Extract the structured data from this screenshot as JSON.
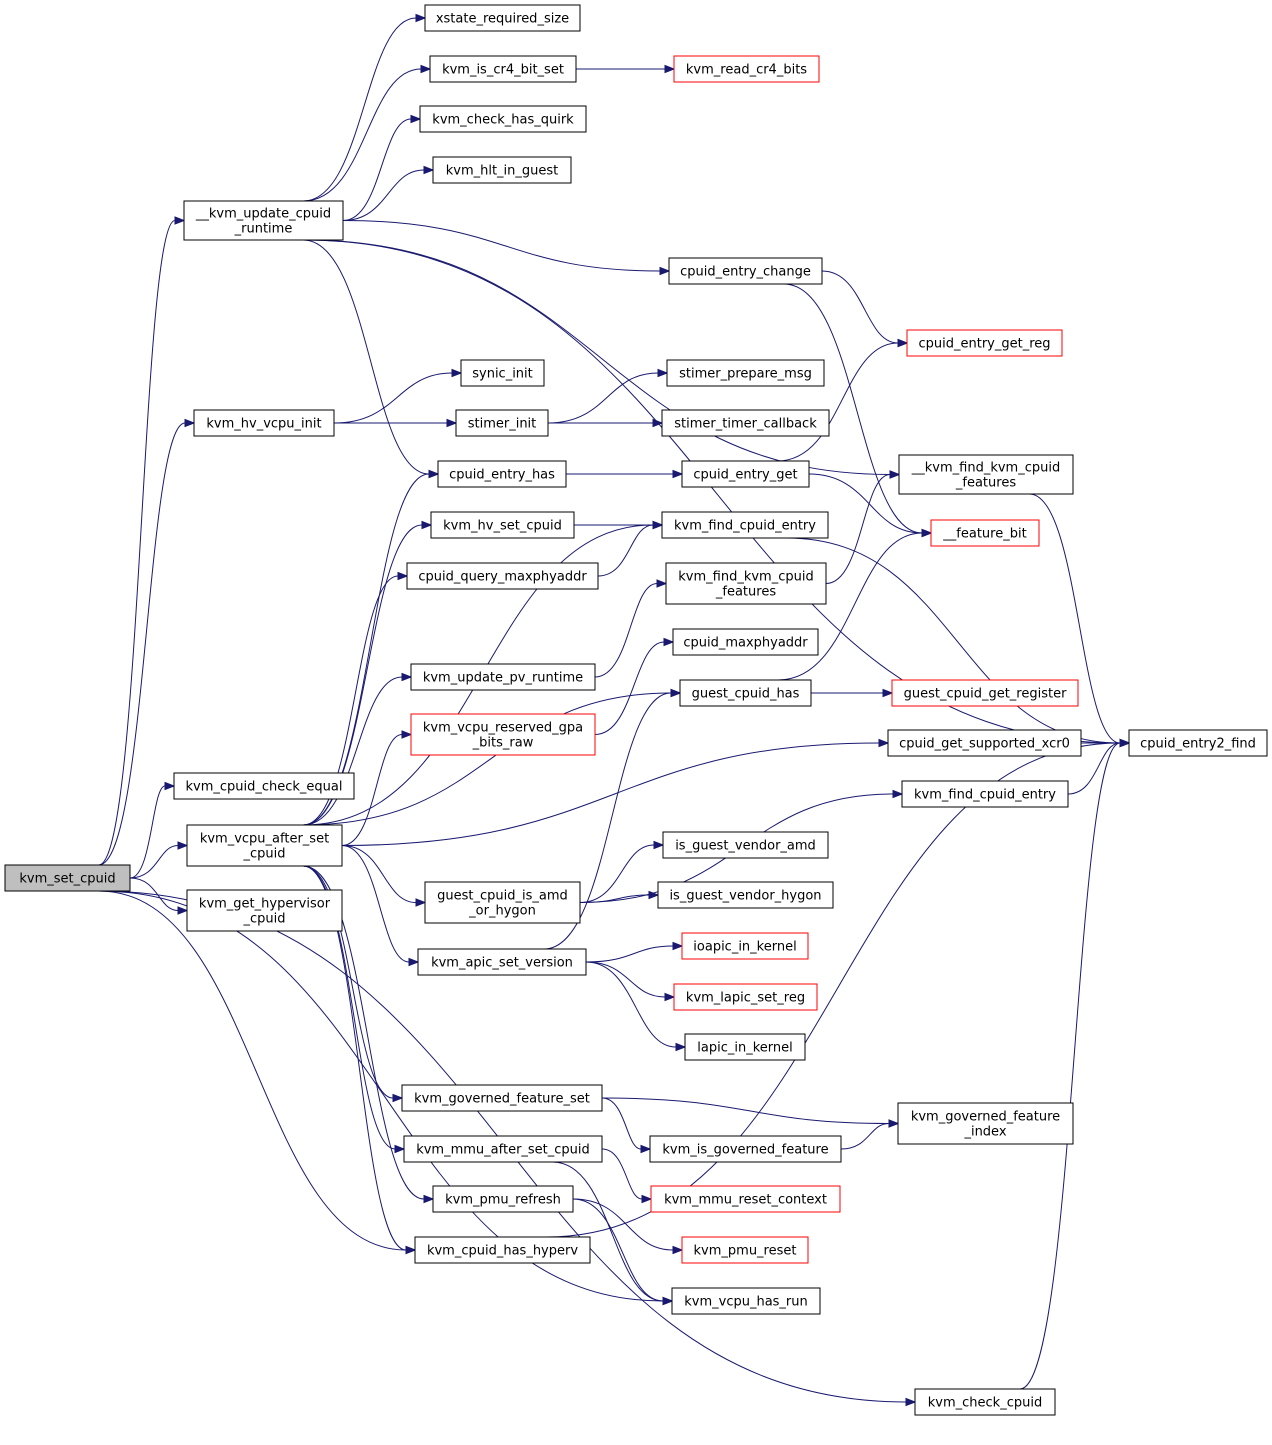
{
  "graph": {
    "type": "call-graph",
    "root": "kvm_set_cpuid",
    "colors": {
      "edge": "#191970",
      "node_border": "#000000",
      "truncated_border": "#ff0000",
      "root_fill": "#bfbfbf"
    },
    "nodes": [
      {
        "id": "kvm_set_cpuid",
        "lines": [
          "kvm_set_cpuid"
        ],
        "style": "root"
      },
      {
        "id": "update_runtime",
        "lines": [
          "__kvm_update_cpuid",
          "_runtime"
        ],
        "style": "normal"
      },
      {
        "id": "hv_vcpu_init",
        "lines": [
          "kvm_hv_vcpu_init"
        ],
        "style": "normal"
      },
      {
        "id": "check_equal",
        "lines": [
          "kvm_cpuid_check_equal"
        ],
        "style": "normal"
      },
      {
        "id": "after_set",
        "lines": [
          "kvm_vcpu_after_set",
          "_cpuid"
        ],
        "style": "normal"
      },
      {
        "id": "get_hypervisor",
        "lines": [
          "kvm_get_hypervisor",
          "_cpuid"
        ],
        "style": "normal"
      },
      {
        "id": "xstate",
        "lines": [
          "xstate_required_size"
        ],
        "style": "normal"
      },
      {
        "id": "cr4_bit_set",
        "lines": [
          "kvm_is_cr4_bit_set"
        ],
        "style": "normal"
      },
      {
        "id": "has_quirk",
        "lines": [
          "kvm_check_has_quirk"
        ],
        "style": "normal"
      },
      {
        "id": "hlt_in_guest",
        "lines": [
          "kvm_hlt_in_guest"
        ],
        "style": "normal"
      },
      {
        "id": "synic_init",
        "lines": [
          "synic_init"
        ],
        "style": "normal"
      },
      {
        "id": "stimer_init",
        "lines": [
          "stimer_init"
        ],
        "style": "normal"
      },
      {
        "id": "entry_has",
        "lines": [
          "cpuid_entry_has"
        ],
        "style": "normal"
      },
      {
        "id": "hv_set_cpuid",
        "lines": [
          "kvm_hv_set_cpuid"
        ],
        "style": "normal"
      },
      {
        "id": "query_maxphy",
        "lines": [
          "cpuid_query_maxphyaddr"
        ],
        "style": "normal"
      },
      {
        "id": "pv_runtime",
        "lines": [
          "kvm_update_pv_runtime"
        ],
        "style": "normal"
      },
      {
        "id": "reserved_gpa",
        "lines": [
          "kvm_vcpu_reserved_gpa",
          "_bits_raw"
        ],
        "style": "red"
      },
      {
        "id": "is_amd_hygon",
        "lines": [
          "guest_cpuid_is_amd",
          "_or_hygon"
        ],
        "style": "normal"
      },
      {
        "id": "apic_set_version",
        "lines": [
          "kvm_apic_set_version"
        ],
        "style": "normal"
      },
      {
        "id": "gov_feature_set",
        "lines": [
          "kvm_governed_feature_set"
        ],
        "style": "normal"
      },
      {
        "id": "mmu_after_set",
        "lines": [
          "kvm_mmu_after_set_cpuid"
        ],
        "style": "normal"
      },
      {
        "id": "pmu_refresh",
        "lines": [
          "kvm_pmu_refresh"
        ],
        "style": "normal"
      },
      {
        "id": "has_hyperv",
        "lines": [
          "kvm_cpuid_has_hyperv"
        ],
        "style": "normal"
      },
      {
        "id": "read_cr4",
        "lines": [
          "kvm_read_cr4_bits"
        ],
        "style": "red"
      },
      {
        "id": "entry_change",
        "lines": [
          "cpuid_entry_change"
        ],
        "style": "normal"
      },
      {
        "id": "stimer_prepare",
        "lines": [
          "stimer_prepare_msg"
        ],
        "style": "normal"
      },
      {
        "id": "stimer_callback",
        "lines": [
          "stimer_timer_callback"
        ],
        "style": "normal"
      },
      {
        "id": "entry_get",
        "lines": [
          "cpuid_entry_get"
        ],
        "style": "normal"
      },
      {
        "id": "find_entry_a",
        "lines": [
          "kvm_find_cpuid_entry"
        ],
        "style": "normal"
      },
      {
        "id": "find_kvm_features",
        "lines": [
          "kvm_find_kvm_cpuid",
          "_features"
        ],
        "style": "normal"
      },
      {
        "id": "maxphyaddr",
        "lines": [
          "cpuid_maxphyaddr"
        ],
        "style": "normal"
      },
      {
        "id": "guest_has",
        "lines": [
          "guest_cpuid_has"
        ],
        "style": "normal"
      },
      {
        "id": "vendor_amd",
        "lines": [
          "is_guest_vendor_amd"
        ],
        "style": "normal"
      },
      {
        "id": "vendor_hygon",
        "lines": [
          "is_guest_vendor_hygon"
        ],
        "style": "normal"
      },
      {
        "id": "ioapic",
        "lines": [
          "ioapic_in_kernel"
        ],
        "style": "red"
      },
      {
        "id": "lapic_set_reg",
        "lines": [
          "kvm_lapic_set_reg"
        ],
        "style": "red"
      },
      {
        "id": "lapic_in_kernel",
        "lines": [
          "lapic_in_kernel"
        ],
        "style": "normal"
      },
      {
        "id": "is_governed",
        "lines": [
          "kvm_is_governed_feature"
        ],
        "style": "normal"
      },
      {
        "id": "mmu_reset",
        "lines": [
          "kvm_mmu_reset_context"
        ],
        "style": "red"
      },
      {
        "id": "pmu_reset",
        "lines": [
          "kvm_pmu_reset"
        ],
        "style": "red"
      },
      {
        "id": "has_run",
        "lines": [
          "kvm_vcpu_has_run"
        ],
        "style": "normal"
      },
      {
        "id": "entry_get_reg",
        "lines": [
          "cpuid_entry_get_reg"
        ],
        "style": "red"
      },
      {
        "id": "find_kvm_features2",
        "lines": [
          "__kvm_find_kvm_cpuid",
          "_features"
        ],
        "style": "normal"
      },
      {
        "id": "feature_bit",
        "lines": [
          "__feature_bit"
        ],
        "style": "red"
      },
      {
        "id": "get_register",
        "lines": [
          "guest_cpuid_get_register"
        ],
        "style": "red"
      },
      {
        "id": "supported_xcr0",
        "lines": [
          "cpuid_get_supported_xcr0"
        ],
        "style": "normal"
      },
      {
        "id": "find_entry_b",
        "lines": [
          "kvm_find_cpuid_entry"
        ],
        "style": "normal"
      },
      {
        "id": "gov_index",
        "lines": [
          "kvm_governed_feature",
          "_index"
        ],
        "style": "normal"
      },
      {
        "id": "check_cpuid",
        "lines": [
          "kvm_check_cpuid"
        ],
        "style": "normal"
      },
      {
        "id": "entry2_find",
        "lines": [
          "cpuid_entry2_find"
        ],
        "style": "normal"
      }
    ],
    "edges": [
      [
        "kvm_set_cpuid",
        "update_runtime"
      ],
      [
        "kvm_set_cpuid",
        "hv_vcpu_init"
      ],
      [
        "kvm_set_cpuid",
        "check_equal"
      ],
      [
        "kvm_set_cpuid",
        "after_set"
      ],
      [
        "kvm_set_cpuid",
        "get_hypervisor"
      ],
      [
        "kvm_set_cpuid",
        "has_hyperv"
      ],
      [
        "kvm_set_cpuid",
        "has_run"
      ],
      [
        "kvm_set_cpuid",
        "check_cpuid"
      ],
      [
        "update_runtime",
        "xstate"
      ],
      [
        "update_runtime",
        "cr4_bit_set"
      ],
      [
        "update_runtime",
        "has_quirk"
      ],
      [
        "update_runtime",
        "hlt_in_guest"
      ],
      [
        "update_runtime",
        "entry2_find"
      ],
      [
        "update_runtime",
        "entry_change"
      ],
      [
        "update_runtime",
        "find_kvm_features2"
      ],
      [
        "update_runtime",
        "entry_has"
      ],
      [
        "cr4_bit_set",
        "read_cr4"
      ],
      [
        "entry_change",
        "entry_get_reg"
      ],
      [
        "entry_change",
        "feature_bit"
      ],
      [
        "hv_vcpu_init",
        "synic_init"
      ],
      [
        "hv_vcpu_init",
        "stimer_init"
      ],
      [
        "stimer_init",
        "stimer_prepare"
      ],
      [
        "stimer_init",
        "stimer_callback"
      ],
      [
        "entry_has",
        "entry_get"
      ],
      [
        "entry_get",
        "entry_get_reg"
      ],
      [
        "entry_get",
        "feature_bit"
      ],
      [
        "hv_set_cpuid",
        "find_entry_a"
      ],
      [
        "query_maxphy",
        "find_entry_a"
      ],
      [
        "find_entry_a",
        "entry2_find"
      ],
      [
        "find_kvm_features",
        "find_kvm_features2"
      ],
      [
        "find_kvm_features2",
        "entry2_find"
      ],
      [
        "pv_runtime",
        "find_kvm_features"
      ],
      [
        "reserved_gpa",
        "maxphyaddr"
      ],
      [
        "guest_has",
        "get_register"
      ],
      [
        "guest_has",
        "feature_bit"
      ],
      [
        "after_set",
        "entry_has"
      ],
      [
        "after_set",
        "hv_set_cpuid"
      ],
      [
        "after_set",
        "query_maxphy"
      ],
      [
        "after_set",
        "find_entry_a"
      ],
      [
        "after_set",
        "pv_runtime"
      ],
      [
        "after_set",
        "reserved_gpa"
      ],
      [
        "after_set",
        "guest_has"
      ],
      [
        "after_set",
        "supported_xcr0"
      ],
      [
        "after_set",
        "is_amd_hygon"
      ],
      [
        "after_set",
        "apic_set_version"
      ],
      [
        "after_set",
        "gov_feature_set"
      ],
      [
        "after_set",
        "mmu_after_set"
      ],
      [
        "after_set",
        "pmu_refresh"
      ],
      [
        "after_set",
        "has_hyperv"
      ],
      [
        "is_amd_hygon",
        "vendor_amd"
      ],
      [
        "is_amd_hygon",
        "vendor_hygon"
      ],
      [
        "is_amd_hygon",
        "find_entry_b"
      ],
      [
        "apic_set_version",
        "guest_has"
      ],
      [
        "apic_set_version",
        "ioapic"
      ],
      [
        "apic_set_version",
        "lapic_set_reg"
      ],
      [
        "apic_set_version",
        "lapic_in_kernel"
      ],
      [
        "gov_feature_set",
        "gov_index"
      ],
      [
        "gov_feature_set",
        "is_governed"
      ],
      [
        "is_governed",
        "gov_index"
      ],
      [
        "mmu_after_set",
        "mmu_reset"
      ],
      [
        "mmu_after_set",
        "has_run"
      ],
      [
        "pmu_refresh",
        "pmu_reset"
      ],
      [
        "pmu_refresh",
        "has_run"
      ],
      [
        "has_hyperv",
        "entry2_find"
      ],
      [
        "supported_xcr0",
        "entry2_find"
      ],
      [
        "find_entry_b",
        "entry2_find"
      ],
      [
        "check_cpuid",
        "entry2_find"
      ]
    ]
  }
}
